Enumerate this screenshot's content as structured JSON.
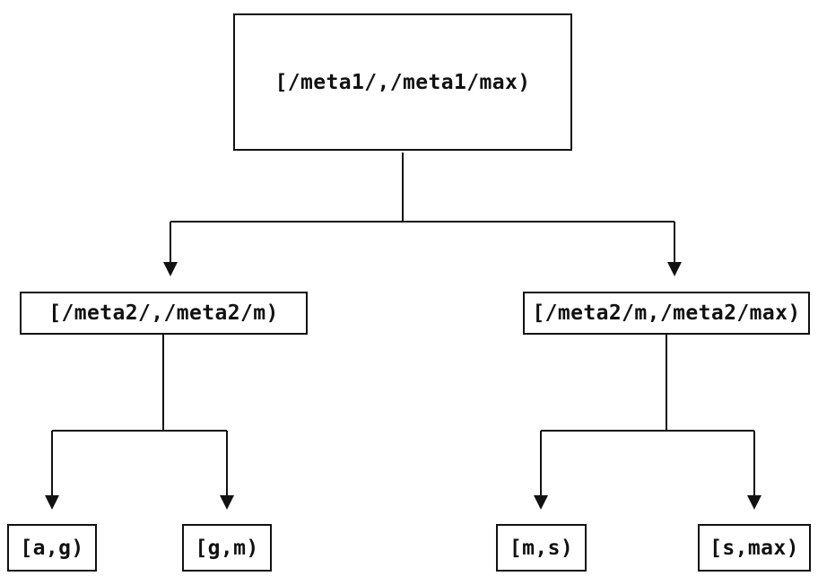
{
  "diagram": {
    "type": "tree",
    "description": "Key-range partition tree: meta1 range splits into two meta2 ranges, each splitting into two user key ranges",
    "colors": {
      "background": "#ffffff",
      "line": "#111111",
      "box_border": "#111111",
      "text": "#111111",
      "arrowhead": "#111111"
    },
    "nodes": {
      "root": {
        "label": "[/meta1/,/meta1/max)"
      },
      "left": {
        "label": "[/meta2/,/meta2/m)"
      },
      "right": {
        "label": "[/meta2/m,/meta2/max)"
      },
      "leaf_ag": {
        "label": "[a,g)"
      },
      "leaf_gm": {
        "label": "[g,m)"
      },
      "leaf_ms": {
        "label": "[m,s)"
      },
      "leaf_smax": {
        "label": "[s,max)"
      }
    },
    "edges": [
      {
        "from": "root",
        "to": "left"
      },
      {
        "from": "root",
        "to": "right"
      },
      {
        "from": "left",
        "to": "leaf_ag"
      },
      {
        "from": "left",
        "to": "leaf_gm"
      },
      {
        "from": "right",
        "to": "leaf_ms"
      },
      {
        "from": "right",
        "to": "leaf_smax"
      }
    ]
  }
}
